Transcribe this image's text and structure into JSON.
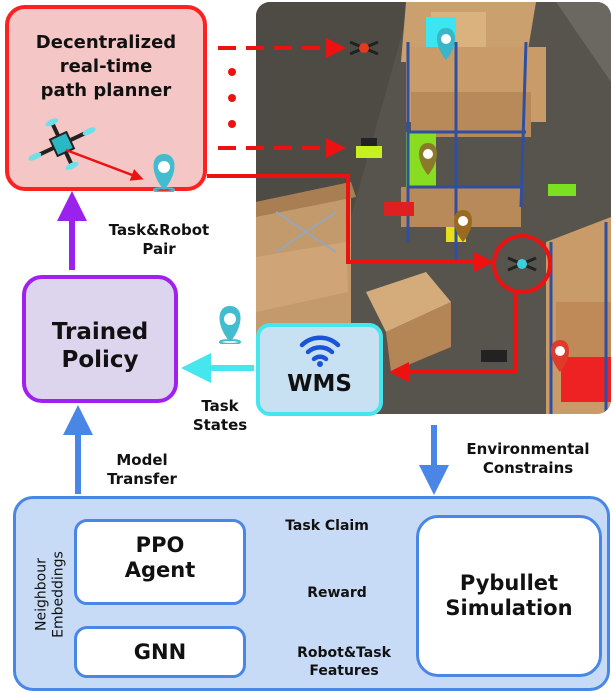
{
  "planner": {
    "line1": "Decentralized",
    "line2": "real-time",
    "line3": "path planner"
  },
  "task_robot_pair": {
    "line1": "Task&Robot",
    "line2": "Pair"
  },
  "policy": {
    "line1": "Trained",
    "line2": "Policy"
  },
  "wms": {
    "label": "WMS"
  },
  "task_states": {
    "line1": "Task",
    "line2": "States"
  },
  "model_transfer": {
    "line1": "Model",
    "line2": "Transfer"
  },
  "environmental": {
    "line1": "Environmental",
    "line2": "Constrains"
  },
  "simulation": {
    "side_label_1": "Neighbour",
    "side_label_2": "Embeddings",
    "ppo": {
      "line1": "PPO",
      "line2": "Agent"
    },
    "gnn": "GNN",
    "pybullet": {
      "line1": "Pybullet",
      "line2": "Simulation"
    },
    "task_claim": "Task Claim",
    "reward": "Reward",
    "features": {
      "line1": "Robot&Task",
      "line2": "Features"
    }
  },
  "colors": {
    "planner_border": "#ff2020",
    "planner_fill": "#f5c6c6",
    "policy_border": "#a020f0",
    "policy_fill": "#ddd4ee",
    "wms_border": "#46e6ef",
    "wms_fill": "#c7e0f2",
    "panel_border": "#4a86e6",
    "panel_fill": "#c7dbf6"
  },
  "icons": [
    "drone-icon",
    "location-pin-icon",
    "wifi-icon",
    "warehouse-scene-image"
  ]
}
